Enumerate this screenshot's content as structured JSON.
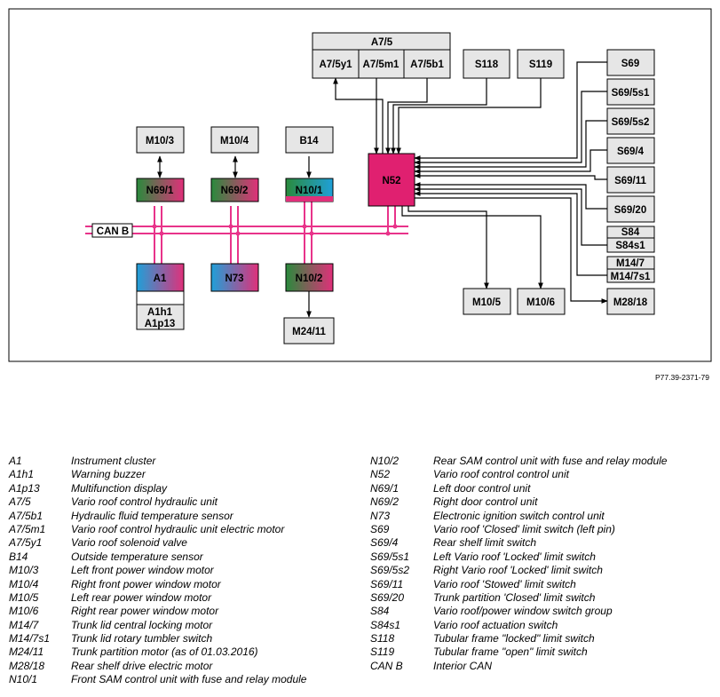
{
  "diagram": {
    "boxes": {
      "A7_5": "A7/5",
      "A7_5y1": "A7/5y1",
      "A7_5m1": "A7/5m1",
      "A7_5b1": "A7/5b1",
      "S118": "S118",
      "S119": "S119",
      "S69": "S69",
      "S69_5s1": "S69/5s1",
      "S69_5s2": "S69/5s2",
      "S69_4": "S69/4",
      "S69_11": "S69/11",
      "S69_20": "S69/20",
      "S84": "S84",
      "S84s1": "S84s1",
      "M14_7": "M14/7",
      "M14_7s1": "M14/7s1",
      "M28_18": "M28/18",
      "M10_3": "M10/3",
      "M10_4": "M10/4",
      "B14": "B14",
      "N69_1": "N69/1",
      "N69_2": "N69/2",
      "N10_1": "N10/1",
      "N52": "N52",
      "CAN_B": "CAN B",
      "A1": "A1",
      "A1h1": "A1h1",
      "A1p13": "A1p13",
      "N73": "N73",
      "N10_2": "N10/2",
      "M24_11": "M24/11",
      "M10_5": "M10/5",
      "M10_6": "M10/6"
    },
    "reference": "P77.39-2371-79"
  },
  "colors": {
    "can_bus": "#e8338a",
    "box_grey": "#e6e6e6",
    "n52_magenta": "#e02070",
    "gradient_green": "#2a8a3c",
    "gradient_blue": "#1fa0d8",
    "gradient_pink": "#e0307a"
  },
  "legend": {
    "left": [
      {
        "code": "A1",
        "desc": "Instrument cluster"
      },
      {
        "code": "A1h1",
        "desc": "Warning buzzer"
      },
      {
        "code": "A1p13",
        "desc": "Multifunction display"
      },
      {
        "code": "A7/5",
        "desc": "Vario roof control hydraulic unit"
      },
      {
        "code": "A7/5b1",
        "desc": "Hydraulic fluid temperature sensor"
      },
      {
        "code": "A7/5m1",
        "desc": "Vario roof control hydraulic unit electric motor"
      },
      {
        "code": "A7/5y1",
        "desc": "Vario roof solenoid valve"
      },
      {
        "code": "B14",
        "desc": "Outside temperature sensor"
      },
      {
        "code": "M10/3",
        "desc": "Left front power window motor"
      },
      {
        "code": "M10/4",
        "desc": "Right front power window motor"
      },
      {
        "code": "M10/5",
        "desc": "Left rear power window motor"
      },
      {
        "code": "M10/6",
        "desc": "Right rear power window motor"
      },
      {
        "code": "M14/7",
        "desc": "Trunk lid central locking motor"
      },
      {
        "code": "M14/7s1",
        "desc": "Trunk lid rotary tumbler switch"
      },
      {
        "code": "M24/11",
        "desc": "Trunk partition motor (as of 01.03.2016)"
      },
      {
        "code": "M28/18",
        "desc": "Rear shelf drive electric motor"
      },
      {
        "code": "N10/1",
        "desc": "Front SAM control unit with fuse and relay module"
      }
    ],
    "right": [
      {
        "code": "N10/2",
        "desc": "Rear SAM control unit with fuse and relay module"
      },
      {
        "code": "N52",
        "desc": "Vario roof control control unit"
      },
      {
        "code": "N69/1",
        "desc": "Left door control unit"
      },
      {
        "code": "N69/2",
        "desc": "Right door control unit"
      },
      {
        "code": "N73",
        "desc": "Electronic ignition switch control unit"
      },
      {
        "code": "S69",
        "desc": "Vario roof 'Closed' limit switch (left pin)"
      },
      {
        "code": "S69/4",
        "desc": "Rear shelf limit switch"
      },
      {
        "code": "S69/5s1",
        "desc": "Left Vario roof 'Locked' limit switch"
      },
      {
        "code": "S69/5s2",
        "desc": "Right Vario roof 'Locked' limit switch"
      },
      {
        "code": "S69/11",
        "desc": "Vario roof 'Stowed' limit switch"
      },
      {
        "code": "S69/20",
        "desc": "Trunk partition 'Closed' limit switch"
      },
      {
        "code": "S84",
        "desc": "Vario roof/power window switch group"
      },
      {
        "code": "S84s1",
        "desc": "Vario roof actuation switch"
      },
      {
        "code": "S118",
        "desc": "Tubular frame \"locked\" limit switch"
      },
      {
        "code": "S119",
        "desc": "Tubular frame \"open\" limit switch"
      },
      {
        "code": "CAN B",
        "desc": "Interior CAN"
      }
    ]
  }
}
